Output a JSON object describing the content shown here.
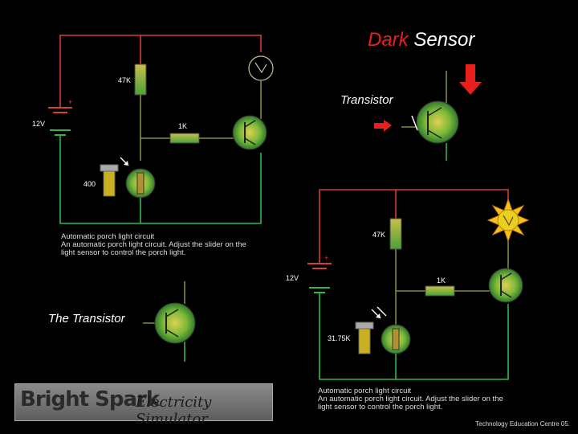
{
  "title": {
    "part1": "Dark",
    "part2": "Sensor"
  },
  "labels": {
    "transistor_top": "Transistor",
    "transistor_left": "The Transistor"
  },
  "circuit1": {
    "r1": "47K",
    "r2": "1K",
    "voltage": "12V",
    "ldr_value": "400",
    "plus": "+",
    "caption_title": "Automatic porch light circuit",
    "caption_line1": "An automatic porch light circuit. Adjust the slider on the",
    "caption_line2": "light sensor to control the porch light."
  },
  "circuit2": {
    "r1": "47K",
    "r2": "1K",
    "voltage": "12V",
    "ldr_value": "31.75K",
    "plus": "+",
    "caption_title": "Automatic porch light circuit",
    "caption_line1": "An automatic porch light circuit. Adjust the slider on the",
    "caption_line2": "light sensor to control the porch light."
  },
  "logo": {
    "bright": "Bright Spark",
    "sim": "Electricity Simulator"
  },
  "footer": "Technology Education Centre 05.",
  "colors": {
    "wire_red": "#d2403a",
    "wire_green": "#2db84a",
    "wire_olive": "#8a8a38",
    "accent": "#e8201c",
    "bulb_glow": "#f7c21a"
  }
}
